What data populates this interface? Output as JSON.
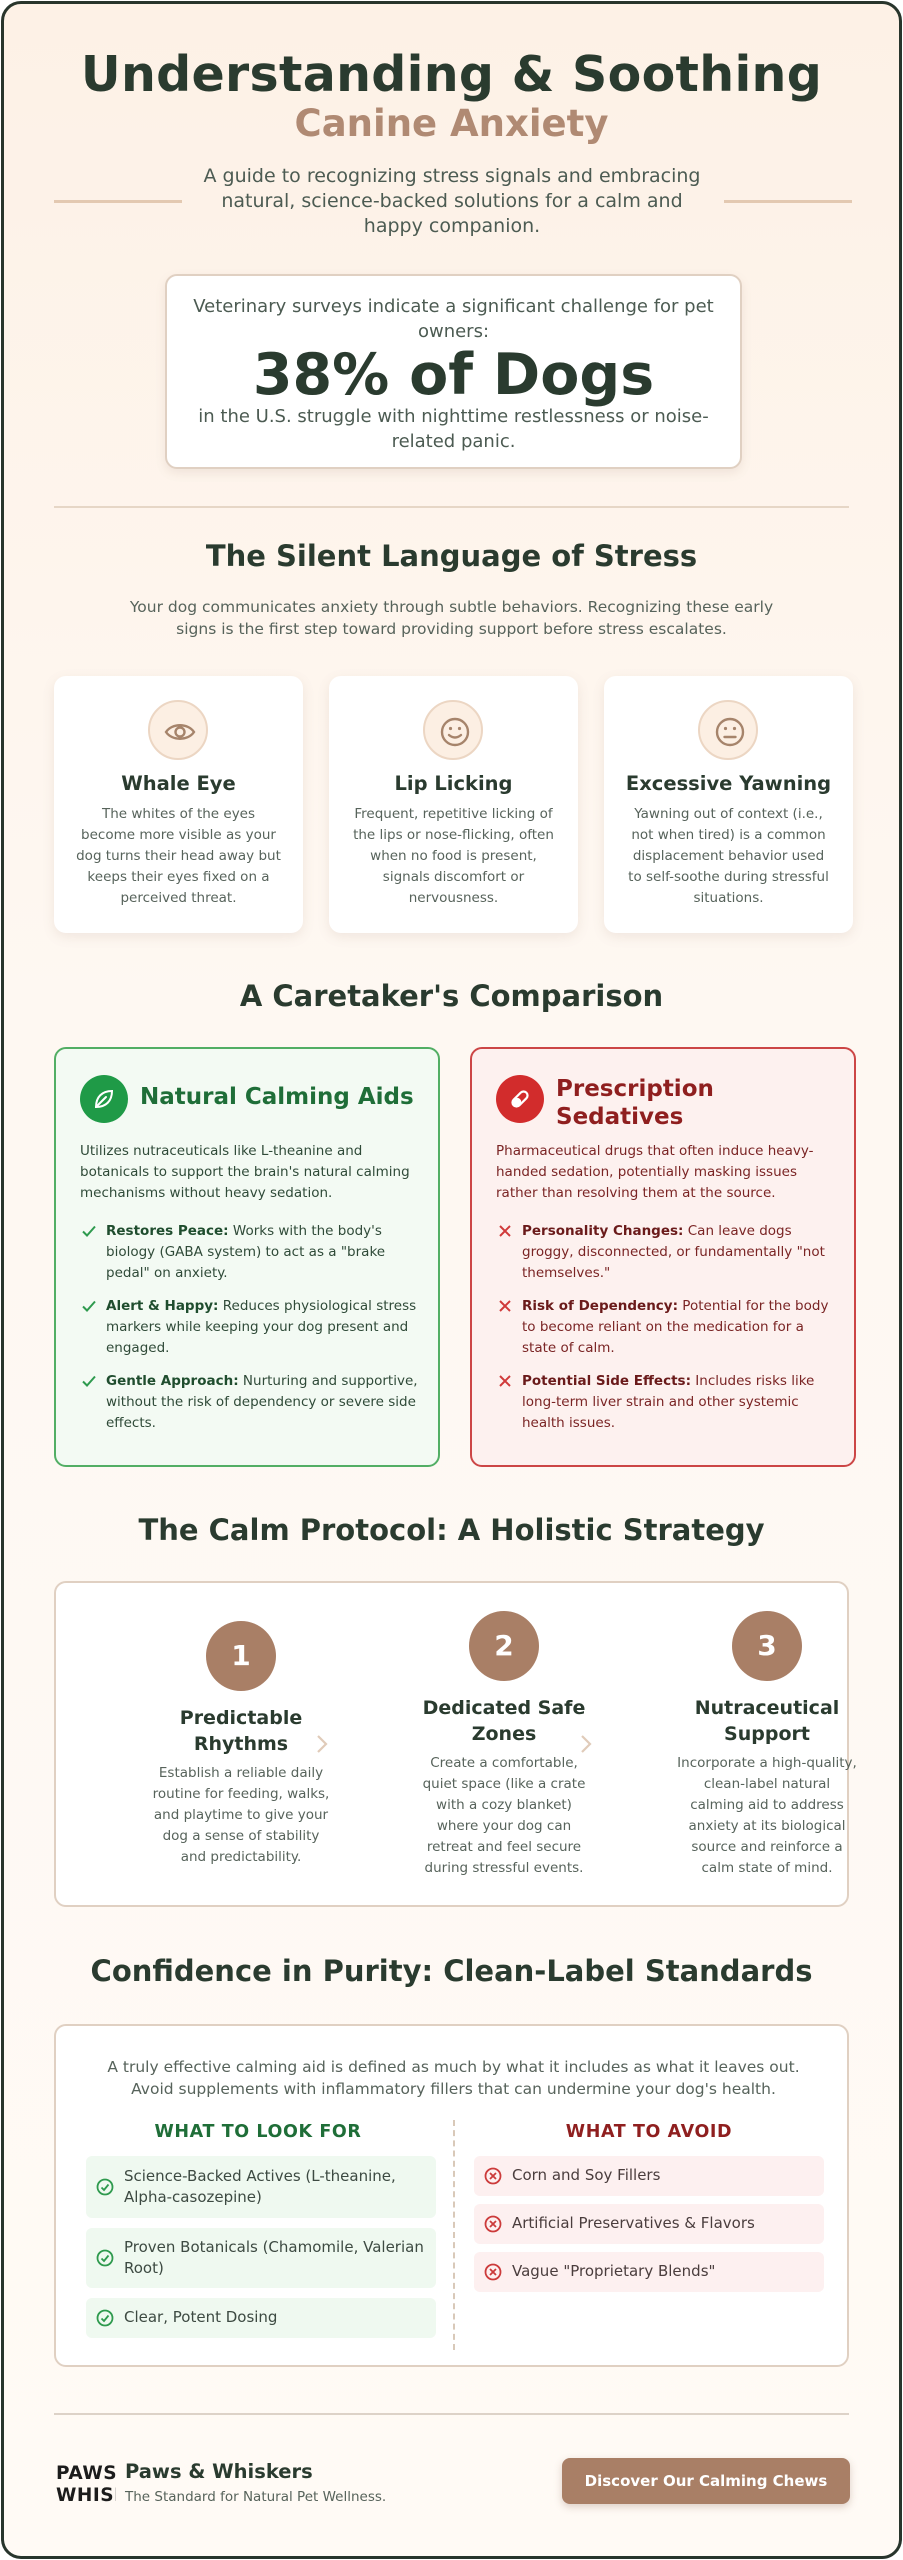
{
  "colors": {
    "dark_green": "#2a3b2f",
    "tan": "#b08a73",
    "brown": "#a97f66",
    "natural_green": "#1f8a3d",
    "rx_red": "#c62c2c"
  },
  "hero": {
    "title": "Understanding & Soothing",
    "subtitle": "Canine Anxiety",
    "description": "A guide to recognizing stress signals and embracing natural, science-backed solutions for a calm and happy companion."
  },
  "stat": {
    "pre": "Veterinary surveys indicate a significant challenge for pet owners:",
    "value": "38% of Dogs",
    "post": "in the U.S. struggle with nighttime restlessness or noise-related panic."
  },
  "stress": {
    "heading": "The Silent Language of Stress",
    "intro": "Your dog communicates anxiety through subtle behaviors. Recognizing these early signs is the first step toward providing support before stress escalates.",
    "cards": [
      {
        "icon": "eye-icon",
        "title": "Whale Eye",
        "desc": "The whites of the eyes become more visible as your dog turns their head away but keeps their eyes fixed on a perceived threat."
      },
      {
        "icon": "smile-face-icon",
        "title": "Lip Licking",
        "desc": "Frequent, repetitive licking of the lips or nose-flicking, often when no food is present, signals discomfort or nervousness."
      },
      {
        "icon": "neutral-face-icon",
        "title": "Excessive Yawning",
        "desc": "Yawning out of context (i.e., not when tired) is a common displacement behavior used to self-soothe during stressful situations."
      }
    ]
  },
  "comparison": {
    "heading": "A Caretaker's Comparison",
    "natural": {
      "icon": "leaf-icon",
      "title": "Natural Calming Aids",
      "desc": "Utilizes nutraceuticals like L-theanine and botanicals to support the brain's natural calming mechanisms without heavy sedation.",
      "items": [
        {
          "bold": "Restores Peace:",
          "text": " Works with the body's biology (GABA system) to act as a \"brake pedal\" on anxiety."
        },
        {
          "bold": "Alert & Happy:",
          "text": " Reduces physiological stress markers while keeping your dog present and engaged."
        },
        {
          "bold": "Gentle Approach:",
          "text": " Nurturing and supportive, without the risk of dependency or severe side effects."
        }
      ]
    },
    "rx": {
      "icon": "pill-icon",
      "title": "Prescription Sedatives",
      "desc": "Pharmaceutical drugs that often induce heavy-handed sedation, potentially masking issues rather than resolving them at the source.",
      "items": [
        {
          "bold": "Personality Changes:",
          "text": " Can leave dogs groggy, disconnected, or fundamentally \"not themselves.\""
        },
        {
          "bold": "Risk of Dependency:",
          "text": " Potential for the body to become reliant on the medication for a state of calm."
        },
        {
          "bold": "Potential Side Effects:",
          "text": " Includes risks like long-term liver strain and other systemic health issues."
        }
      ]
    }
  },
  "protocol": {
    "heading": "The Calm Protocol: A Holistic Strategy",
    "steps": [
      {
        "num": "1",
        "title": "Predictable Rhythms",
        "desc": "Establish a reliable daily routine for feeding, walks, and playtime to give your dog a sense of stability and predictability."
      },
      {
        "num": "2",
        "title": "Dedicated Safe Zones",
        "desc": "Create a comfortable, quiet space (like a crate with a cozy blanket) where your dog can retreat and feel secure during stressful events."
      },
      {
        "num": "3",
        "title": "Nutraceutical Support",
        "desc": "Incorporate a high-quality, clean-label natural calming aid to address anxiety at its biological source and reinforce a calm state of mind."
      }
    ]
  },
  "clean": {
    "heading": "Confidence in Purity: Clean-Label Standards",
    "desc": "A truly effective calming aid is defined as much by what it includes as what it leaves out. Avoid supplements with inflammatory fillers that can undermine your dog's health.",
    "look_heading": "WHAT TO LOOK FOR",
    "look": [
      "Science-Backed Actives (L-theanine, Alpha-casozepine)",
      "Proven Botanicals (Chamomile, Valerian Root)",
      "Clear, Potent Dosing"
    ],
    "avoid_heading": "WHAT TO AVOID",
    "avoid": [
      "Corn and Soy Fillers",
      "Artificial Preservatives & Flavors",
      "Vague \"Proprietary Blends\""
    ]
  },
  "footer": {
    "logo_line1": "PAWS",
    "logo_line2": "WHISKERS",
    "brand": "Paws & Whiskers",
    "tagline": "The Standard for Natural Pet Wellness.",
    "cta": "Discover Our Calming Chews"
  }
}
